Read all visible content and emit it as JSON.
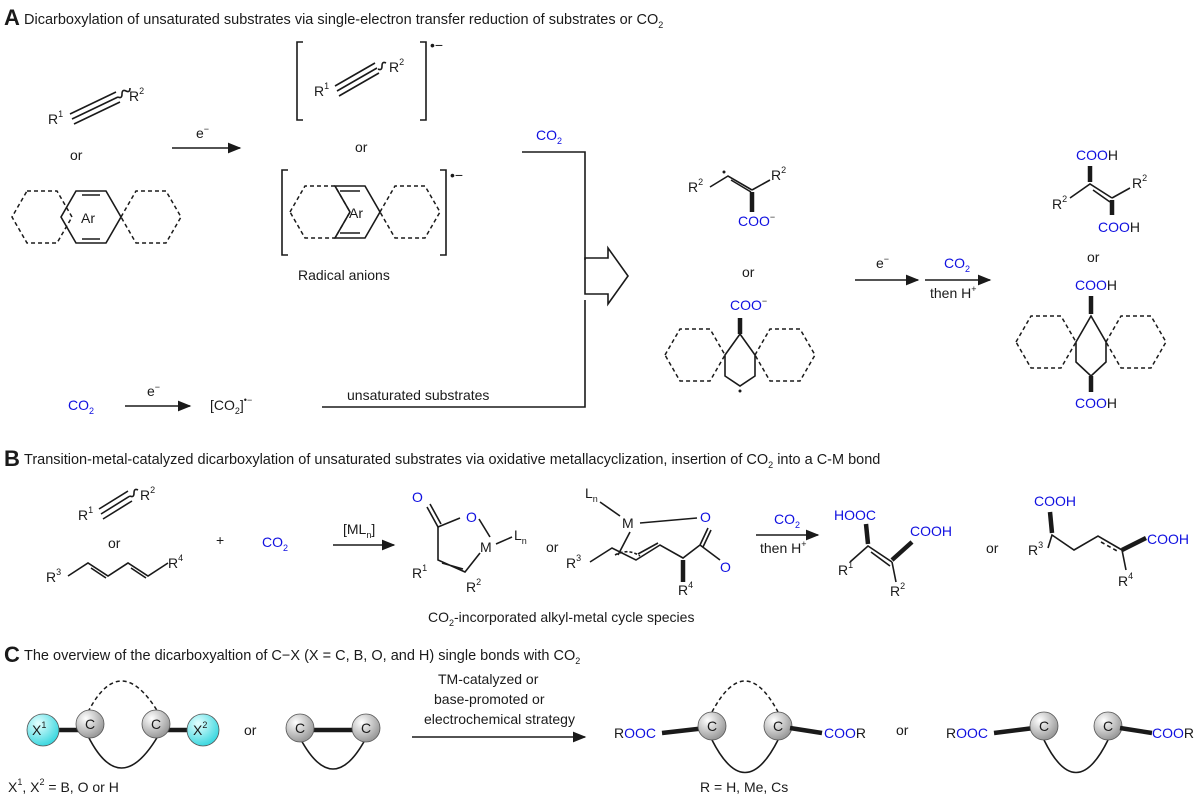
{
  "sectionA": {
    "letter": "A",
    "title_main": "Dicarboxylation of unsaturated substrates via single-electron transfer reduction of substrates or CO",
    "title_sub": "2",
    "electron": "e",
    "electron_sup": "−",
    "or": "or",
    "ar": "Ar",
    "radical_anions": "Radical anions",
    "co2": "CO",
    "co2_sub": "2",
    "unsaturated_substrates": "unsaturated substrates",
    "then_h": "then H",
    "then_h_sup": "+",
    "cooh": "COO",
    "cooh_h": "H",
    "coo": "COO",
    "coo_minus": "−",
    "r1": "R",
    "r1_sup": "1",
    "r2": "R",
    "r2_sup": "2",
    "radical_dot": "•−",
    "bracket_co2_open": "[CO",
    "bracket_co2_sub": "2",
    "bracket_co2_close": "]"
  },
  "sectionB": {
    "letter": "B",
    "title_a": "Transition-metal-catalyzed dicarboxylation of unsaturated substrates via oxidative metallacyclization, insertion of CO",
    "title_sub": "2",
    "title_b": " into a C-M bond",
    "plus": "+",
    "co2": "CO",
    "co2_sub": "2",
    "mln": "[ML",
    "mln_sub": "n",
    "mln_close": "]",
    "or": "or",
    "o": "O",
    "m": "M",
    "l": "L",
    "l_sub": "n",
    "species_a": "CO",
    "species_sub": "2",
    "species_b": "-incorporated alkyl-metal cycle species",
    "then_h": "then H",
    "then_h_sup": "+",
    "hooc": "HOOC",
    "cooh": "COOH",
    "r": "R",
    "r1": "1",
    "r2": "2",
    "r3": "3",
    "r4": "4"
  },
  "sectionC": {
    "letter": "C",
    "title_a": "The overview of the dicarboxyaltion of C−X (X = C, B, O, and H) single bonds with CO",
    "title_sub": "2",
    "x": "X",
    "x1": "1",
    "x2": "2",
    "c": "C",
    "or": "or",
    "strategy_1": "TM-catalyzed or",
    "strategy_2": "base-promoted or",
    "strategy_3": "electrochemical strategy",
    "r_label": "R",
    "ooc": "OOC",
    "coo": "COO",
    "legend_a": "X",
    "legend_b": ", X",
    "legend_c": " = B, O or H",
    "r_def": "R = H, Me, Cs"
  },
  "colors": {
    "blue": "#1010e0",
    "cyan": "#4fe0e6",
    "gray": "#b8b8b8",
    "black": "#1a1a1a"
  }
}
